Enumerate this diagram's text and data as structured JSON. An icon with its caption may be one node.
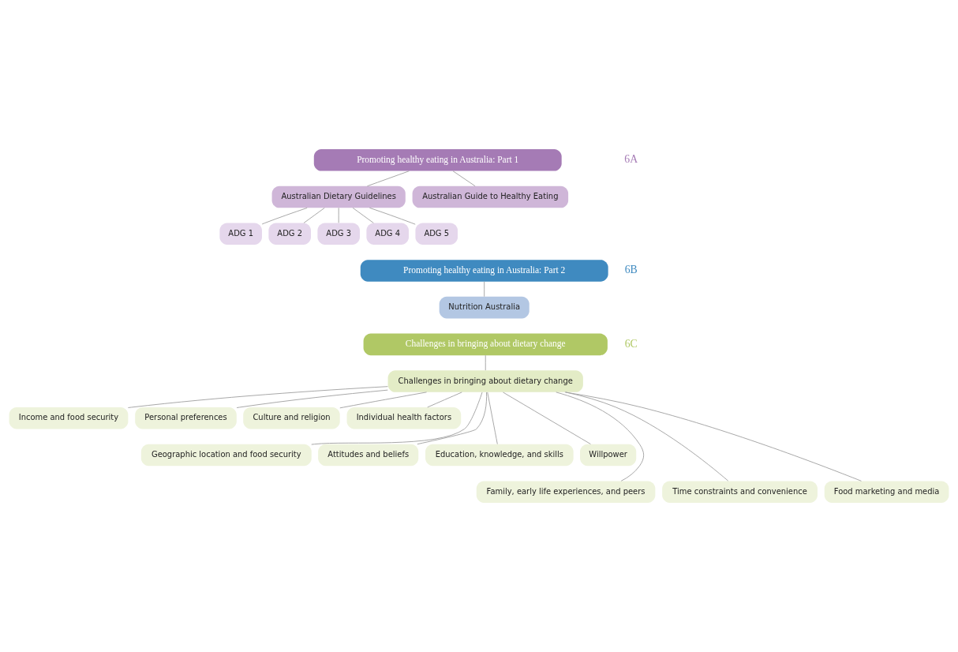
{
  "diagram": {
    "nodes": [
      {
        "text": [
          "Promoting healthy eating in Australia: Part 1"
        ]
      },
      {
        "text": [
          "Australian Dietary Guidelines"
        ]
      },
      {
        "text": [
          "Australian Guide to Healthy Eating"
        ]
      },
      {
        "text": [
          "ADG 1"
        ]
      },
      {
        "text": [
          "ADG 2"
        ]
      },
      {
        "text": [
          "ADG 3"
        ]
      },
      {
        "text": [
          "ADG 4"
        ]
      },
      {
        "text": [
          "ADG 5"
        ]
      },
      {
        "text": [
          "Promoting healthy eating in Australia: Part 2"
        ]
      },
      {
        "text": [
          "Nutrition Australia"
        ]
      },
      {
        "text": [
          "Challenges in bringing about dietary change"
        ]
      },
      {
        "text": [
          "Challenges in bringing about dietary change"
        ]
      },
      {
        "text": [
          "Income and food security"
        ]
      },
      {
        "text": [
          "Personal preferences"
        ]
      },
      {
        "text": [
          "Culture and religion"
        ]
      },
      {
        "text": [
          "Individual health factors"
        ]
      },
      {
        "text": [
          "Geographic location and food security"
        ]
      },
      {
        "text": [
          "Attitudes and beliefs"
        ]
      },
      {
        "text": [
          "Education, knowledge, and skills"
        ]
      },
      {
        "text": [
          "Willpower"
        ]
      },
      {
        "text": [
          "Family, early life experiences, and peers"
        ]
      },
      {
        "text": [
          "Time constraints and convenience"
        ]
      },
      {
        "text": [
          "Food marketing and media"
        ]
      }
    ],
    "edges": [
      {
        "from": 0,
        "to": 1,
        "arrow": "none"
      },
      {
        "from": 0,
        "to": 2,
        "arrow": "none"
      },
      {
        "from": 1,
        "to": 3,
        "arrow": "none"
      },
      {
        "from": 1,
        "to": 4,
        "arrow": "none"
      },
      {
        "from": 1,
        "to": 5,
        "arrow": "none"
      },
      {
        "from": 1,
        "to": 6,
        "arrow": "none"
      },
      {
        "from": 1,
        "to": 7,
        "arrow": "none"
      },
      {
        "from": 8,
        "to": 9,
        "arrow": "none"
      },
      {
        "from": 10,
        "to": 11,
        "arrow": "none"
      },
      {
        "from": 11,
        "to": 12,
        "arrow": "none"
      },
      {
        "from": 11,
        "to": 13,
        "arrow": "none"
      },
      {
        "from": 11,
        "to": 14,
        "arrow": "none"
      },
      {
        "from": 11,
        "to": 15,
        "arrow": "none"
      },
      {
        "from": 11,
        "to": 16,
        "arrow": "none"
      },
      {
        "from": 11,
        "to": 17,
        "arrow": "none"
      },
      {
        "from": 11,
        "to": 18,
        "arrow": "none"
      },
      {
        "from": 11,
        "to": 19,
        "arrow": "none"
      },
      {
        "from": 11,
        "to": 20,
        "arrow": "none"
      },
      {
        "from": 11,
        "to": 21,
        "arrow": "none"
      },
      {
        "from": 11,
        "to": 22,
        "arrow": "none"
      }
    ],
    "labels": [
      "6A",
      "6B",
      "6C"
    ]
  }
}
